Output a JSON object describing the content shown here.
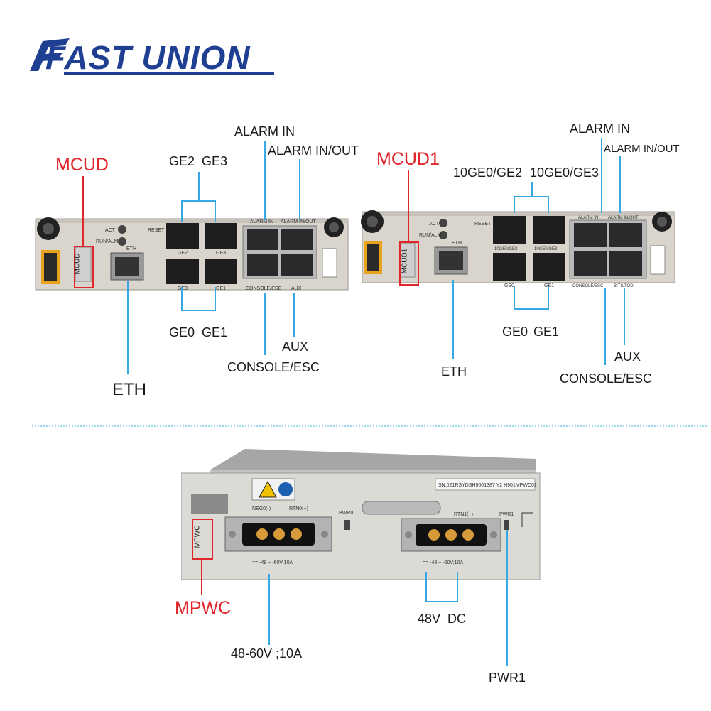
{
  "brand": {
    "name": "FAST UNION",
    "color": "#1f3f93"
  },
  "colors": {
    "accent_line": "#35a9e6",
    "highlight": "#e0262a",
    "divider": "#9fd8ee"
  },
  "mcud": {
    "title": "MCUD",
    "board_text": "MCUD",
    "callouts": {
      "alarm_in": "ALARM IN",
      "alarm_in_out": "ALARM IN/OUT",
      "ge2": "GE2",
      "ge3": "GE3",
      "ge0": "GE0",
      "ge1": "GE1",
      "eth": "ETH",
      "aux": "AUX",
      "console_esc": "CONSOLE/ESC"
    },
    "silkscreen": {
      "act": "ACT",
      "run_alm": "RUN/ALM",
      "reset": "RESET",
      "eth": "ETH",
      "ge2": "GE2",
      "ge3": "GE3",
      "ge0": "GE0",
      "ge1": "GE1",
      "alarm_in": "ALARM IN",
      "alarm_in_out": "ALARM IN/OUT",
      "console_esc": "CONSOLE/ESC",
      "aux": "AUX"
    }
  },
  "mcud1": {
    "title": "MCUD1",
    "board_text": "MCUD1",
    "callouts": {
      "alarm_in": "ALARM IN",
      "alarm_in_out": "ALARM IN/OUT",
      "ge_top": "10GE0/GE2",
      "ge_top2": "10GE0/GE3",
      "ge0": "GE0",
      "ge1": "GE1",
      "eth": "ETH",
      "aux": "AUX",
      "console_esc": "CONSOLE/ESC"
    },
    "silkscreen": {
      "act": "ACT",
      "run_alm": "RUN/ALM",
      "reset": "RESET",
      "eth": "ETH",
      "ge_top": "10GE0/GE2",
      "ge_top2": "10GE0/GE3",
      "ge0": "GE0",
      "ge1": "GE1",
      "alarm_in": "ALARM IN",
      "alarm_in_out": "ALARM IN/OUT",
      "console_esc": "CONSOLE/ESC",
      "bits_tod": "BITS/TOD"
    }
  },
  "mpwc": {
    "title": "MPWC",
    "board_text": "MPWC",
    "callouts": {
      "dc": "48V  DC",
      "rating": "48-60V ;10A",
      "pwr1": "PWR1"
    },
    "silkscreen": {
      "neg0": "NEG0(-)",
      "rtn0": "RTN0(+)",
      "pwr0": "PWR0",
      "rtn1": "RTN1(+)",
      "pwr1": "PWR1",
      "rating0": "== -48 ~ -60V;10A",
      "rating1": "== -48 ~ -60V;10A",
      "serial": "SN:021RSYDSH9001387  Y2  H901MPWC01"
    }
  }
}
